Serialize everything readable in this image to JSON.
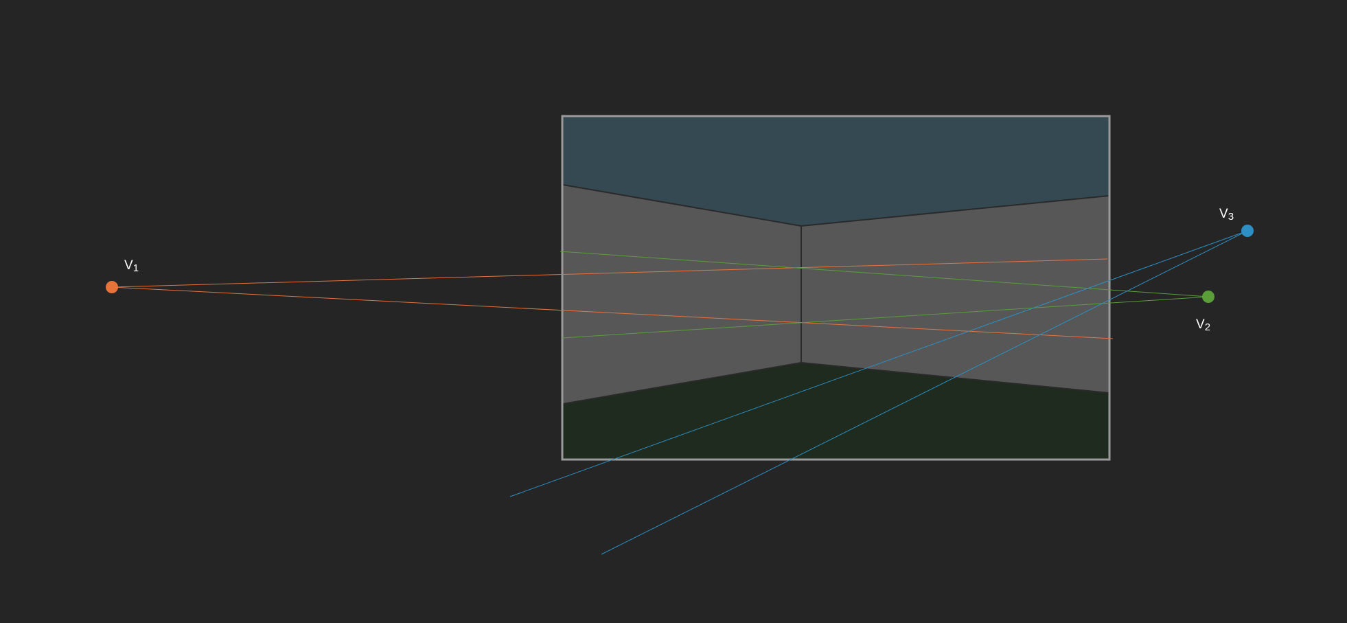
{
  "diagram": {
    "colors": {
      "background": "#252525",
      "frame": "#9a9a9a",
      "ceiling": "#354953",
      "wall": "#575757",
      "floor": "#1e2b1e",
      "edge": "#2a2a2a",
      "v1": "#e8733a",
      "v2": "#5a9e3a",
      "v3": "#2e8fc4"
    },
    "vanishing_points": [
      {
        "id": "v1",
        "label": "V",
        "subscript": "1",
        "color": "#e8733a"
      },
      {
        "id": "v2",
        "label": "V",
        "subscript": "2",
        "color": "#5a9e3a"
      },
      {
        "id": "v3",
        "label": "V",
        "subscript": "3",
        "color": "#2e8fc4"
      }
    ]
  }
}
